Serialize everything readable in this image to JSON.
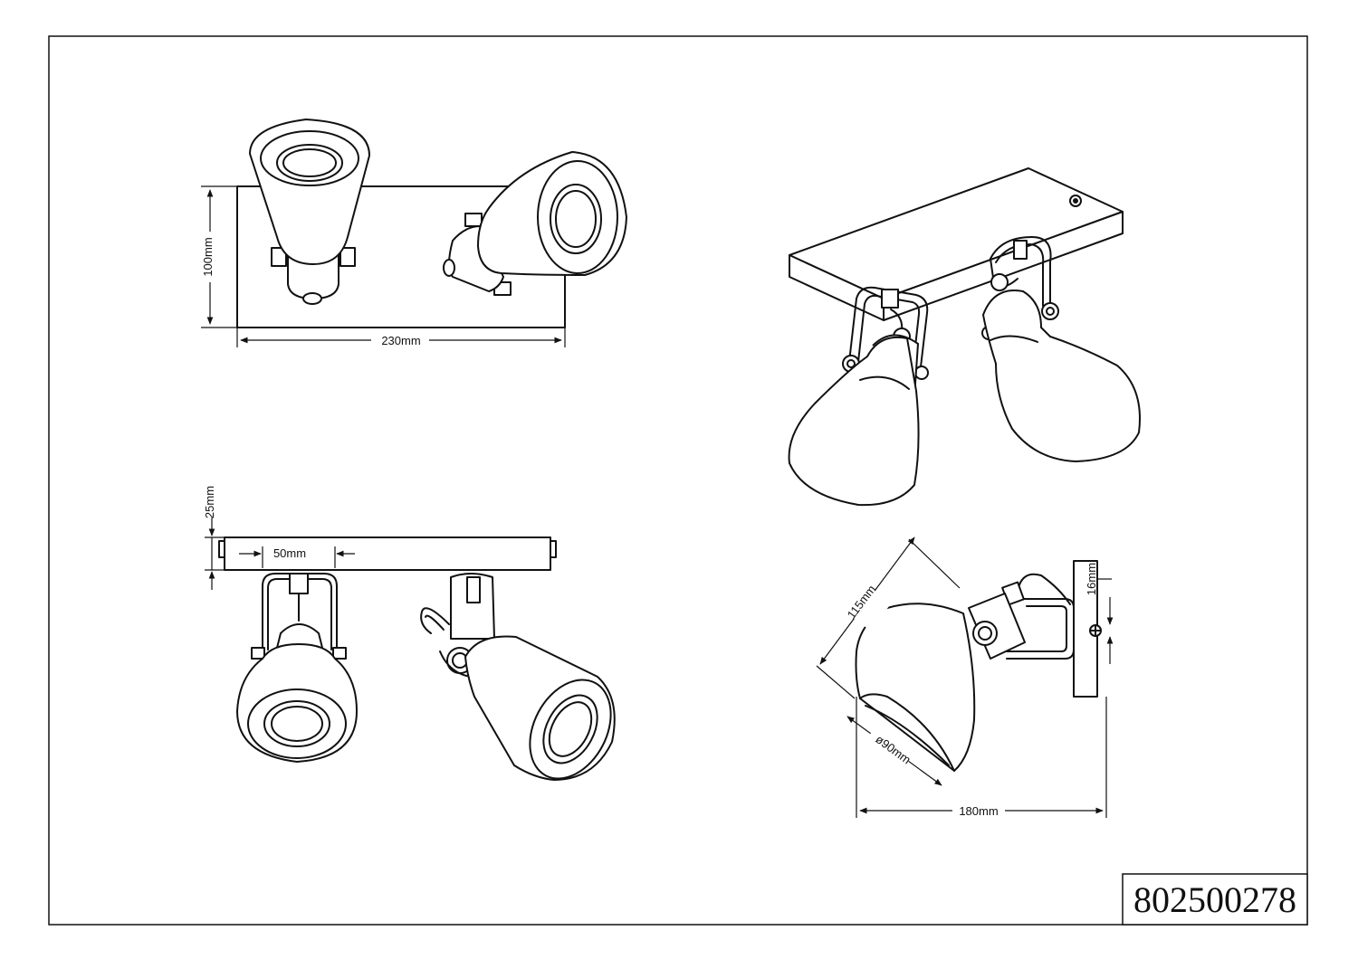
{
  "sheet": {
    "product_code": "802500278"
  },
  "dimensions": {
    "top_height": "100mm",
    "top_width": "230mm",
    "front_depth": "25mm",
    "front_offset": "50mm",
    "side_arm": "115mm",
    "side_diameter": "ø90mm",
    "side_length": "180mm",
    "side_plate": "16mm"
  },
  "colors": {
    "line": "#111111",
    "paper": "#ffffff"
  }
}
